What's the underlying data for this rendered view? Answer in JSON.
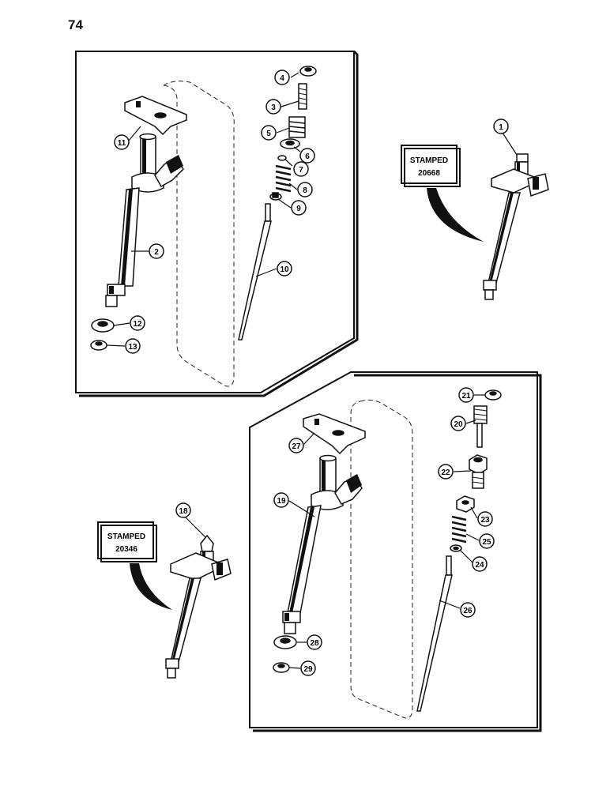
{
  "page": {
    "number": "74"
  },
  "stamps": {
    "upper": {
      "line1": "STAMPED",
      "line2": "20668"
    },
    "lower": {
      "line1": "STAMPED",
      "line2": "20346"
    }
  },
  "callouts": {
    "c1": "1",
    "c2": "2",
    "c3": "3",
    "c4": "4",
    "c5": "5",
    "c6": "6",
    "c7": "7",
    "c8": "8",
    "c9": "9",
    "c10": "10",
    "c11": "11",
    "c12": "12",
    "c13": "13",
    "c18": "18",
    "c19": "19",
    "c20": "20",
    "c21": "21",
    "c22": "22",
    "c23": "23",
    "c24": "24",
    "c25": "25",
    "c26": "26",
    "c27": "27",
    "c28": "28",
    "c29": "29"
  }
}
